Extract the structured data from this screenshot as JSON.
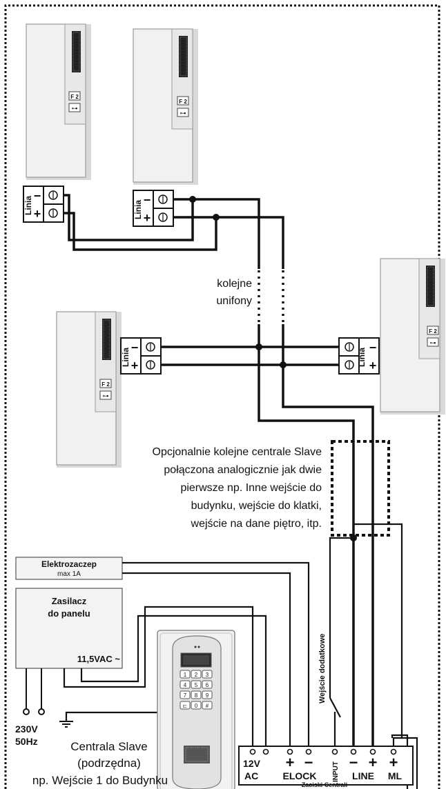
{
  "terminal_block": {
    "minus": "−",
    "plus": "+",
    "label": "Linia"
  },
  "handset": {
    "f2_label": "F 2",
    "key_label": "⊶"
  },
  "note_unifony": {
    "line1": "kolejne",
    "line2": "unifony"
  },
  "note_slave": {
    "lines": [
      "Opcjonalnie kolejne centrale Slave",
      "połączona analogicznie jak dwie",
      "pierwsze np. Inne  wejście do",
      "budynku, wejście do klatki,",
      "wejście na dane piętro, itp."
    ]
  },
  "elektrozaczep": {
    "title": "Elektrozaczep",
    "sub": "max 1A"
  },
  "zasilacz": {
    "line1": "Zasilacz",
    "line2": "do panelu",
    "output": "11,5VAC ~"
  },
  "mains": {
    "line1": "230V",
    "line2": "50Hz"
  },
  "panel": {
    "keys": [
      "1",
      "2",
      "3",
      "4",
      "5",
      "6",
      "7",
      "8",
      "9",
      "⊏",
      "0",
      "#"
    ]
  },
  "centrala": {
    "line1": "Centrala Slave",
    "line2": "(podrzędna)",
    "line3": "np. Wejście 1 do Budynku"
  },
  "wejscie_dodatkowe": "Wejście dodatkowe",
  "terminals": {
    "v12": "12V",
    "ac": "AC",
    "elock_plus": "+",
    "elock_minus": "−",
    "elock": "ELOCK",
    "input": "INPUT",
    "line_minus": "−",
    "line_plus": "+",
    "line": "LINE",
    "ml_plus": "+",
    "ml": "ML",
    "caption": "Zaciski Centrali"
  }
}
